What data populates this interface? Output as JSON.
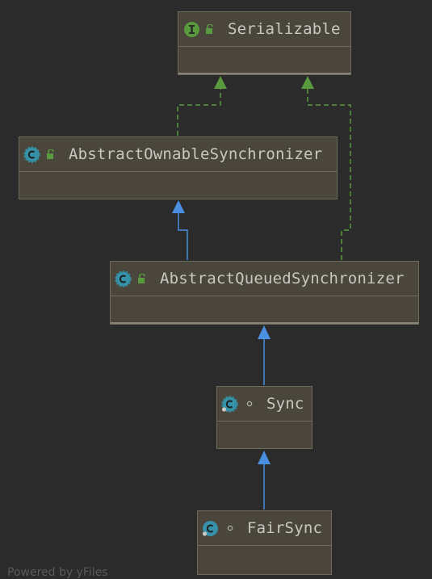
{
  "nodes": {
    "serializable": {
      "name": "Serializable",
      "kind": "interface",
      "visibility": "public"
    },
    "aos": {
      "name": "AbstractOwnableSynchronizer",
      "kind": "abstract-class",
      "visibility": "public"
    },
    "aqs": {
      "name": "AbstractQueuedSynchronizer",
      "kind": "abstract-class",
      "visibility": "public"
    },
    "sync": {
      "name": "Sync",
      "kind": "abstract-class",
      "visibility": "package-private"
    },
    "fairsync": {
      "name": "FairSync",
      "kind": "class",
      "visibility": "package-private"
    }
  },
  "edges": [
    {
      "from": "AbstractOwnableSynchronizer",
      "to": "Serializable",
      "type": "implements"
    },
    {
      "from": "AbstractQueuedSynchronizer",
      "to": "Serializable",
      "type": "implements"
    },
    {
      "from": "AbstractQueuedSynchronizer",
      "to": "AbstractOwnableSynchronizer",
      "type": "extends"
    },
    {
      "from": "Sync",
      "to": "AbstractQueuedSynchronizer",
      "type": "extends"
    },
    {
      "from": "FairSync",
      "to": "Sync",
      "type": "extends"
    }
  ],
  "footer": {
    "text": "Powered by yFiles"
  },
  "colors": {
    "background": "#2b2b2b",
    "node_fill": "#4b463b",
    "node_border": "#6f6a5e",
    "text": "#c8c8c2",
    "extends_edge": "#4a8fe0",
    "implements_edge": "#5a9a3e",
    "interface_icon": "#5a9a3e",
    "class_icon": "#3592a8",
    "lock_icon": "#5a9a3e"
  }
}
